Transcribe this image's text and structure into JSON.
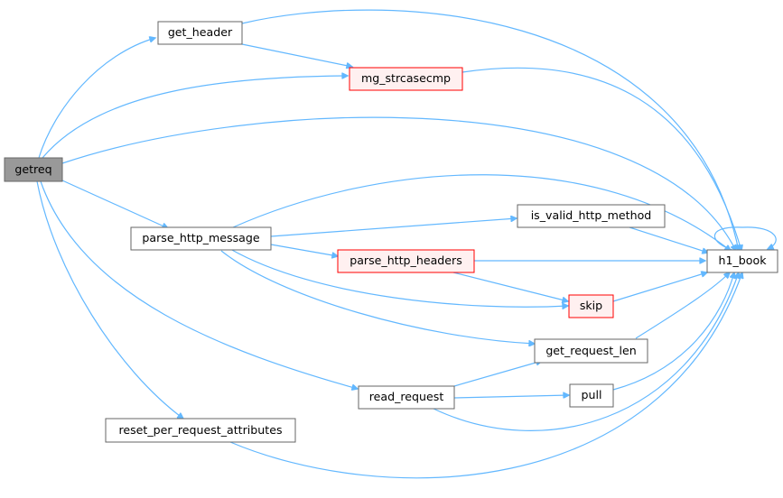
{
  "graph": {
    "nodes": {
      "getreq": "getreq",
      "get_header": "get_header",
      "mg_strcasecmp": "mg_strcasecmp",
      "parse_http_message": "parse_http_message",
      "is_valid_http_method": "is_valid_http_method",
      "parse_http_headers": "parse_http_headers",
      "skip": "skip",
      "get_request_len": "get_request_len",
      "read_request": "read_request",
      "pull": "pull",
      "reset_per_request_attributes": "reset_per_request_attributes",
      "h1_book": "h1_book"
    },
    "colors": {
      "edge": "#63b8ff",
      "root_fill": "#999999",
      "has_callees_border": "#ff0000",
      "has_callees_fill": "#fff0f0",
      "node_border": "#666666"
    }
  }
}
